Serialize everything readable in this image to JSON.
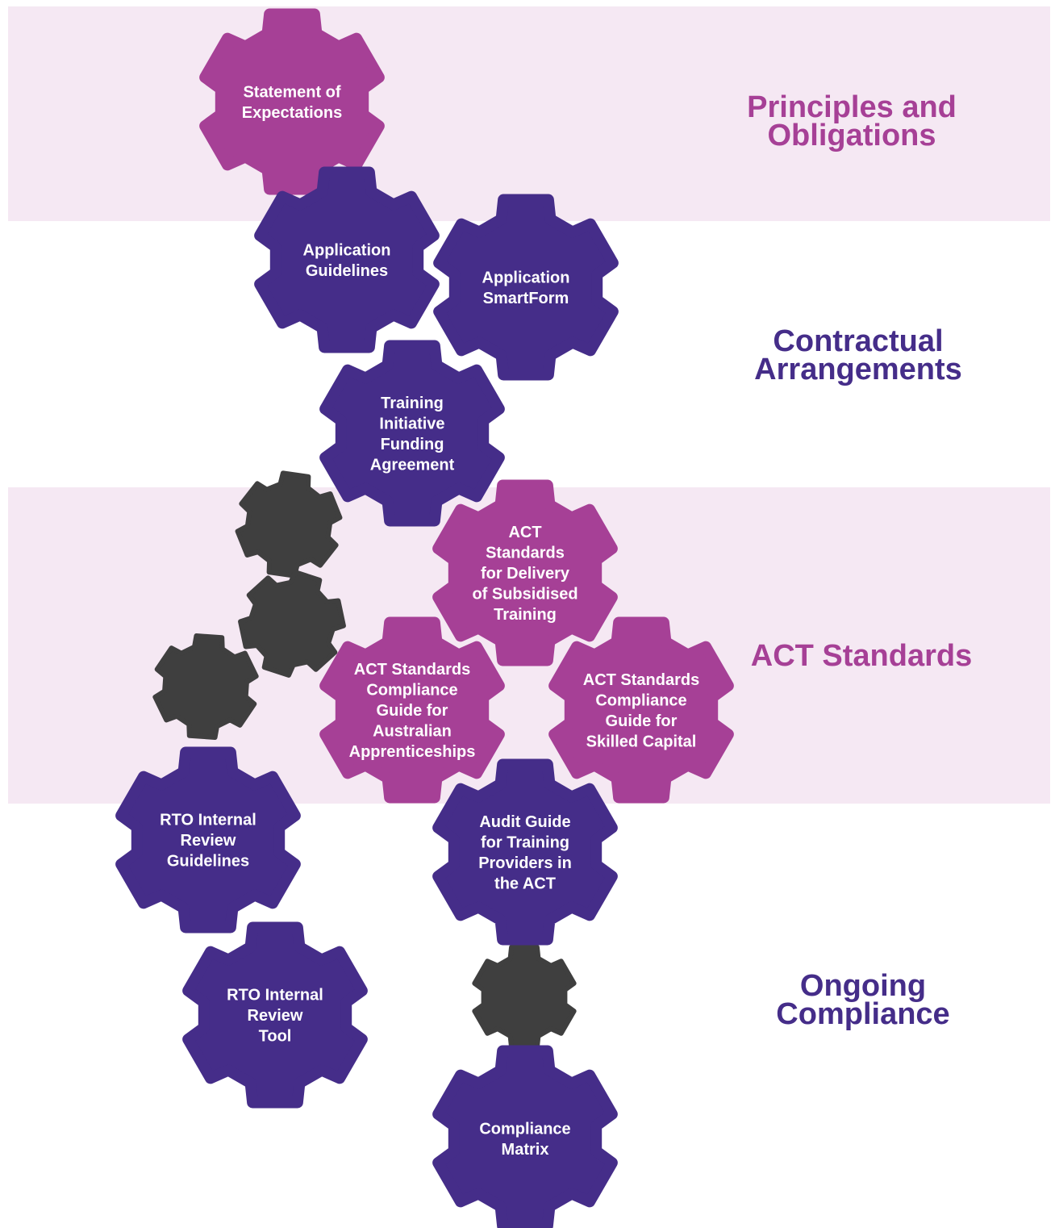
{
  "colors": {
    "band": "#f5e8f3",
    "magenta": "#a64096",
    "purple": "#452d89",
    "dark": "#3f3f3f",
    "text_on_gear": "#ffffff"
  },
  "sections": [
    {
      "id": "principles",
      "label": "Principles and\nObligations",
      "color": "#a64096"
    },
    {
      "id": "contractual",
      "label": "Contractual\nArrangements",
      "color": "#452d89"
    },
    {
      "id": "act-standards",
      "label": "ACT Standards",
      "color": "#a64096"
    },
    {
      "id": "ongoing",
      "label": "Ongoing\nCompliance",
      "color": "#452d89"
    }
  ],
  "gears": [
    {
      "id": "statement-of-expectations",
      "color": "magenta",
      "lines": [
        "Statement of",
        "Expectations"
      ]
    },
    {
      "id": "application-guidelines",
      "color": "purple",
      "lines": [
        "Application",
        "Guidelines"
      ]
    },
    {
      "id": "application-smartform",
      "color": "purple",
      "lines": [
        "Application",
        "SmartForm"
      ]
    },
    {
      "id": "training-initiative-funding-agreement",
      "color": "purple",
      "lines": [
        "Training",
        "Initiative",
        "Funding",
        "Agreement"
      ]
    },
    {
      "id": "act-standards-delivery",
      "color": "magenta",
      "lines": [
        "ACT",
        "Standards",
        "for Delivery",
        "of Subsidised",
        "Training"
      ]
    },
    {
      "id": "act-standards-compliance-apprenticeships",
      "color": "magenta",
      "lines": [
        "ACT Standards",
        "Compliance",
        "Guide for",
        "Australian",
        "Apprenticeships"
      ]
    },
    {
      "id": "act-standards-compliance-skilled-capital",
      "color": "magenta",
      "lines": [
        "ACT Standards",
        "Compliance",
        "Guide for",
        "Skilled Capital"
      ]
    },
    {
      "id": "rto-internal-review-guidelines",
      "color": "purple",
      "lines": [
        "RTO Internal",
        "Review",
        "Guidelines"
      ]
    },
    {
      "id": "audit-guide",
      "color": "purple",
      "lines": [
        "Audit Guide",
        "for Training",
        "Providers in",
        "the ACT"
      ]
    },
    {
      "id": "rto-internal-review-tool",
      "color": "purple",
      "lines": [
        "RTO Internal",
        "Review",
        "Tool"
      ]
    },
    {
      "id": "compliance-matrix",
      "color": "purple",
      "lines": [
        "Compliance",
        "Matrix"
      ]
    },
    {
      "id": "connector-1",
      "color": "dark",
      "lines": []
    },
    {
      "id": "connector-2",
      "color": "dark",
      "lines": []
    },
    {
      "id": "connector-3",
      "color": "dark",
      "lines": []
    },
    {
      "id": "connector-4",
      "color": "dark",
      "lines": []
    }
  ]
}
